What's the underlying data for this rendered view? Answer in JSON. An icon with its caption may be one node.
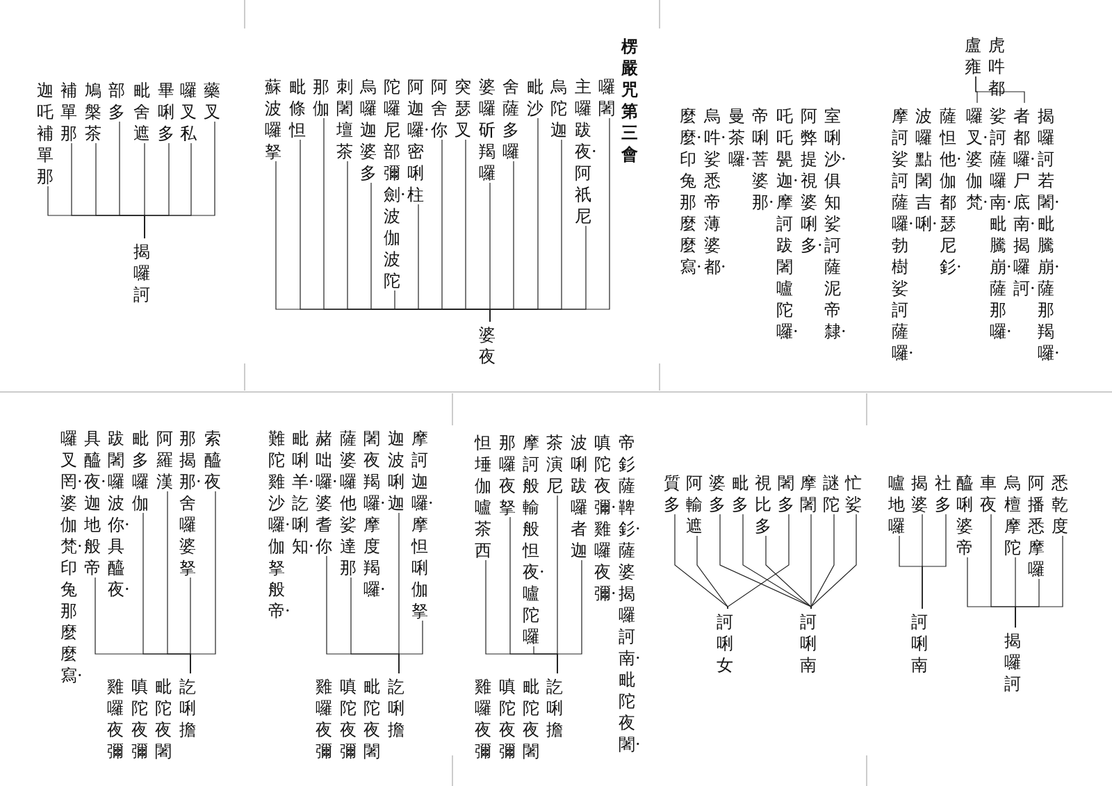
{
  "diagram": {
    "title": "楞嚴咒第三會",
    "nodes": [
      {
        "text": [
          "囉闍"
        ]
      },
      {
        "text": [
          "主囉跋夜·阿祇尼"
        ]
      },
      {
        "text": [
          "烏陀迦"
        ]
      },
      {
        "text": [
          "毗沙"
        ]
      },
      {
        "text": [
          "舍薩多囉"
        ]
      },
      {
        "text": [
          "婆囉斫羯囉"
        ]
      },
      {
        "text": [
          "突瑟叉"
        ]
      },
      {
        "text": [
          "阿舍你"
        ]
      },
      {
        "text": [
          "阿迦囉·密唎柱"
        ]
      },
      {
        "text": [
          "陀囉尼部彌劍·波伽波陀"
        ]
      },
      {
        "text": [
          "烏囉迦婆多"
        ]
      },
      {
        "text": [
          "刺闍壇茶"
        ]
      },
      {
        "text": [
          "那伽"
        ]
      },
      {
        "text": [
          "毗條怛"
        ]
      },
      {
        "text": [
          "蘇波囉拏"
        ]
      },
      {
        "text": [
          "婆夜"
        ]
      },
      {
        "text": [
          "藥叉"
        ]
      },
      {
        "text": [
          "囉叉私"
        ]
      },
      {
        "text": [
          "畢唎多"
        ]
      },
      {
        "text": [
          "毗舍遮"
        ]
      },
      {
        "text": [
          "部多"
        ]
      },
      {
        "text": [
          "鳩槃茶"
        ]
      },
      {
        "text": [
          "補單那"
        ]
      },
      {
        "text": [
          "迦吒補單那"
        ]
      },
      {
        "text": [
          "揭囉訶"
        ]
      },
      {
        "text": [
          "悉乾度"
        ]
      },
      {
        "text": [
          "阿播悉摩囉"
        ]
      },
      {
        "text": [
          "烏檀摩陀"
        ]
      },
      {
        "text": [
          "車夜"
        ]
      },
      {
        "text": [
          "醯唎婆帝"
        ]
      },
      {
        "text": [
          "揭囉訶"
        ]
      },
      {
        "text": [
          "社多"
        ]
      },
      {
        "text": [
          "揭婆"
        ]
      },
      {
        "text": [
          "嚧地囉"
        ]
      },
      {
        "text": [
          "訶唎南"
        ]
      },
      {
        "text": [
          "忙娑"
        ]
      },
      {
        "text": [
          "謎陀"
        ]
      },
      {
        "text": [
          "摩闍"
        ]
      },
      {
        "text": [
          "闍多"
        ]
      },
      {
        "text": [
          "視比多"
        ]
      },
      {
        "text": [
          "毗多"
        ]
      },
      {
        "text": [
          "婆多"
        ]
      },
      {
        "text": [
          "阿輸遮"
        ]
      },
      {
        "text": [
          "質多"
        ]
      },
      {
        "text": [
          "訶唎女"
        ]
      },
      {
        "text": [
          "訶唎南"
        ]
      },
      {
        "text": [
          "帝釤薩鞞釤·薩婆揭囉訶南·毗陀夜闍·"
        ]
      },
      {
        "text": [
          "嗔陀夜彌·雞囉夜彌·"
        ]
      },
      {
        "text": [
          "波唎跋囉者迦"
        ]
      },
      {
        "text": [
          "茶演尼"
        ]
      },
      {
        "text": [
          "摩訶般輸般怛夜·嚧陀囉"
        ]
      },
      {
        "text": [
          "那囉夜拏"
        ]
      },
      {
        "text": [
          "怛埵伽嚧茶西"
        ]
      },
      {
        "text": [
          "訖唎擔"
        ]
      },
      {
        "text": [
          "毗陀夜闍"
        ]
      },
      {
        "text": [
          "嗔陀夜彌"
        ]
      },
      {
        "text": [
          "雞囉夜彌"
        ]
      },
      {
        "text": [
          "摩訶迦囉·摩怛唎伽拏"
        ]
      },
      {
        "text": [
          "迦波唎迦"
        ]
      },
      {
        "text": [
          "闍夜羯囉·摩度羯囉·"
        ]
      },
      {
        "text": [
          "薩婆囉他娑達那"
        ]
      },
      {
        "text": [
          "赭咄囉·婆耆你"
        ]
      },
      {
        "text": [
          "毗唎羊·訖唎知·"
        ]
      },
      {
        "text": [
          "難陀雞沙囉·伽拏般帝·"
        ]
      },
      {
        "text": [
          "訖唎擔"
        ]
      },
      {
        "text": [
          "毗陀夜闍"
        ]
      },
      {
        "text": [
          "嗔陀夜彌"
        ]
      },
      {
        "text": [
          "雞囉夜彌"
        ]
      },
      {
        "text": [
          "索醯夜"
        ]
      },
      {
        "text": [
          "那揭那·舍囉婆拏"
        ]
      },
      {
        "text": [
          "阿羅漢"
        ]
      },
      {
        "text": [
          "毗多囉伽"
        ]
      },
      {
        "text": [
          "跋闍囉波你·具醯夜·"
        ]
      },
      {
        "text": [
          "具醯夜·迦地般帝"
        ]
      },
      {
        "text": [
          "囉叉罔·婆伽梵·印兔那麼麼寫·"
        ]
      },
      {
        "text": [
          "訖唎擔"
        ]
      },
      {
        "text": [
          "毗陀夜闍"
        ]
      },
      {
        "text": [
          "嗔陀夜彌"
        ]
      },
      {
        "text": [
          "雞囉夜彌"
        ]
      },
      {
        "text": [
          "虎吽都"
        ]
      },
      {
        "text": [
          "盧雍"
        ]
      },
      {
        "text": [
          "揭囉訶若闍·毗騰崩·薩那羯囉·"
        ]
      },
      {
        "text": [
          "者都囉·尸底南·揭囉訶·"
        ]
      },
      {
        "text": [
          "娑訶薩囉南·毗騰崩·薩那囉·"
        ]
      },
      {
        "text": [
          "囉叉·婆伽梵·"
        ]
      },
      {
        "text": [
          "薩怛他·伽都瑟尼釤·"
        ]
      },
      {
        "text": [
          "波囉點闍吉唎·"
        ]
      },
      {
        "text": [
          "摩訶娑訶薩囉·勃樹娑訶薩囉·"
        ]
      },
      {
        "text": [
          "室唎沙·俱知娑訶薩泥帝隸·"
        ]
      },
      {
        "text": [
          "阿弊提視婆唎多·"
        ]
      },
      {
        "text": [
          "吒吒甖迦·摩訶跋闍嚧陀囉·"
        ]
      },
      {
        "text": [
          "帝唎菩婆那·"
        ]
      },
      {
        "text": [
          "曼茶囉·"
        ]
      },
      {
        "text": [
          "烏吽·娑悉帝薄婆都·"
        ]
      },
      {
        "text": [
          "麼麼·印兔那麼麼寫·"
        ]
      }
    ],
    "edges": [
      {
        "from": 0,
        "to": 15,
        "arrow": "none"
      },
      {
        "from": 1,
        "to": 15,
        "arrow": "none"
      },
      {
        "from": 2,
        "to": 15,
        "arrow": "none"
      },
      {
        "from": 3,
        "to": 15,
        "arrow": "none"
      },
      {
        "from": 4,
        "to": 15,
        "arrow": "none"
      },
      {
        "from": 5,
        "to": 15,
        "arrow": "none"
      },
      {
        "from": 6,
        "to": 15,
        "arrow": "none"
      },
      {
        "from": 7,
        "to": 15,
        "arrow": "none"
      },
      {
        "from": 8,
        "to": 15,
        "arrow": "none"
      },
      {
        "from": 9,
        "to": 15,
        "arrow": "none"
      },
      {
        "from": 10,
        "to": 15,
        "arrow": "none"
      },
      {
        "from": 11,
        "to": 15,
        "arrow": "none"
      },
      {
        "from": 12,
        "to": 15,
        "arrow": "none"
      },
      {
        "from": 13,
        "to": 15,
        "arrow": "none"
      },
      {
        "from": 14,
        "to": 15,
        "arrow": "none"
      },
      {
        "from": 16,
        "to": 24,
        "arrow": "none"
      },
      {
        "from": 17,
        "to": 24,
        "arrow": "none"
      },
      {
        "from": 18,
        "to": 24,
        "arrow": "none"
      },
      {
        "from": 19,
        "to": 24,
        "arrow": "none"
      },
      {
        "from": 20,
        "to": 24,
        "arrow": "none"
      },
      {
        "from": 21,
        "to": 24,
        "arrow": "none"
      },
      {
        "from": 22,
        "to": 24,
        "arrow": "none"
      },
      {
        "from": 23,
        "to": 24,
        "arrow": "none"
      },
      {
        "from": 25,
        "to": 30,
        "arrow": "none"
      },
      {
        "from": 26,
        "to": 30,
        "arrow": "none"
      },
      {
        "from": 27,
        "to": 30,
        "arrow": "none"
      },
      {
        "from": 28,
        "to": 30,
        "arrow": "none"
      },
      {
        "from": 29,
        "to": 30,
        "arrow": "none"
      },
      {
        "from": 31,
        "to": 34,
        "arrow": "none"
      },
      {
        "from": 32,
        "to": 34,
        "arrow": "none"
      },
      {
        "from": 33,
        "to": 34,
        "arrow": "none"
      },
      {
        "from": 35,
        "to": 45,
        "arrow": "none"
      },
      {
        "from": 36,
        "to": 45,
        "arrow": "none"
      },
      {
        "from": 37,
        "to": 45,
        "arrow": "none"
      },
      {
        "from": 38,
        "to": 44,
        "arrow": "none"
      },
      {
        "from": 39,
        "to": 45,
        "arrow": "none"
      },
      {
        "from": 40,
        "to": 45,
        "arrow": "none"
      },
      {
        "from": 41,
        "to": 45,
        "arrow": "none"
      },
      {
        "from": 42,
        "to": 44,
        "arrow": "none"
      },
      {
        "from": 43,
        "to": 44,
        "arrow": "none"
      },
      {
        "from": 48,
        "to": 53,
        "arrow": "none"
      },
      {
        "from": 49,
        "to": 53,
        "arrow": "none"
      },
      {
        "from": 50,
        "to": 53,
        "arrow": "none"
      },
      {
        "from": 51,
        "to": 53,
        "arrow": "none"
      },
      {
        "from": 52,
        "to": 53,
        "arrow": "none"
      },
      {
        "from": 57,
        "to": 64,
        "arrow": "none"
      },
      {
        "from": 58,
        "to": 64,
        "arrow": "none"
      },
      {
        "from": 60,
        "to": 64,
        "arrow": "none"
      },
      {
        "from": 61,
        "to": 64,
        "arrow": "none"
      },
      {
        "from": 68,
        "to": 75,
        "arrow": "none"
      },
      {
        "from": 69,
        "to": 75,
        "arrow": "none"
      },
      {
        "from": 70,
        "to": 75,
        "arrow": "none"
      },
      {
        "from": 71,
        "to": 75,
        "arrow": "none"
      },
      {
        "from": 73,
        "to": 75,
        "arrow": "none"
      },
      {
        "from": 80,
        "to": 84,
        "arrow": "none"
      },
      {
        "from": 80,
        "to": 82,
        "arrow": "none"
      }
    ]
  }
}
